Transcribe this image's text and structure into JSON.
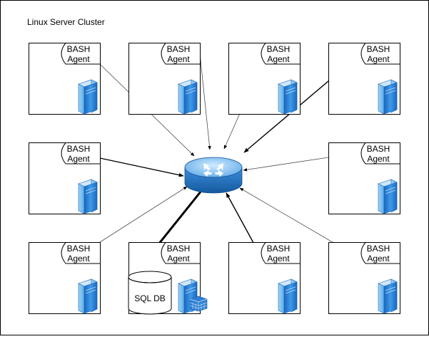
{
  "title": "Linux Server Cluster",
  "agent_label": [
    "BASH",
    "Agent"
  ],
  "database_label": "SQL DB",
  "colors": {
    "frame": "#000000",
    "edge": "#4d4d4d",
    "server_blue": "#2a7fd0",
    "router_blue": "#1f73c8"
  },
  "nodes": [
    {
      "id": "r1c1"
    },
    {
      "id": "r1c2"
    },
    {
      "id": "r1c3"
    },
    {
      "id": "r1c4"
    },
    {
      "id": "r2c1"
    },
    {
      "id": "r2c4"
    },
    {
      "id": "r3c1"
    },
    {
      "id": "r3c2",
      "has_database": true
    },
    {
      "id": "r3c3"
    },
    {
      "id": "r3c4"
    }
  ],
  "edges": [
    {
      "from": "r1c1",
      "to": "router"
    },
    {
      "from": "r1c2",
      "to": "router"
    },
    {
      "from": "r1c3",
      "to": "router"
    },
    {
      "from": "r1c4",
      "to": "router",
      "weight": "bold"
    },
    {
      "from": "r2c1",
      "to": "router",
      "weight": "bold"
    },
    {
      "from": "r2c4",
      "to": "router"
    },
    {
      "from": "r3c1",
      "to": "router"
    },
    {
      "from": "router",
      "to": "database",
      "weight": "heavy"
    },
    {
      "from": "r3c2",
      "to": "database"
    },
    {
      "from": "r3c3",
      "to": "router",
      "weight": "bold"
    },
    {
      "from": "r3c4",
      "to": "router"
    }
  ]
}
